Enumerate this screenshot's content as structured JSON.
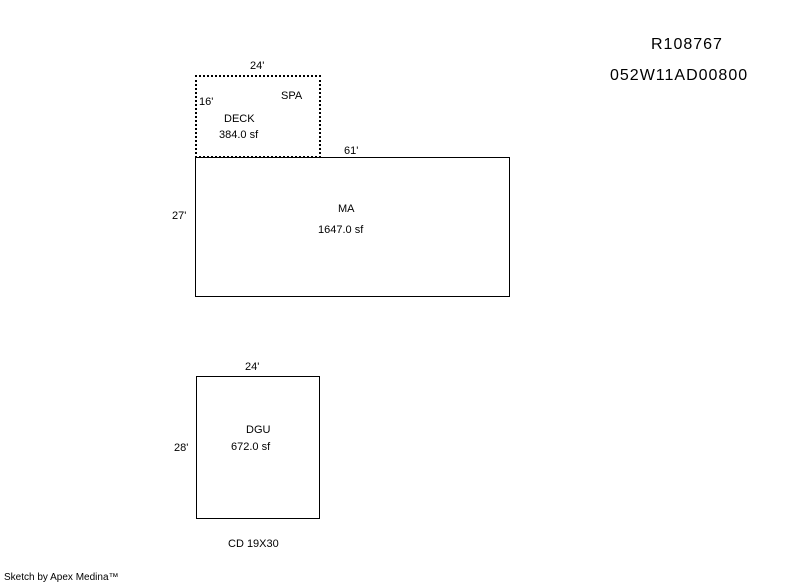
{
  "header": {
    "parcel_id": "R108767",
    "account_number": "052W11AD00800"
  },
  "shapes": {
    "deck": {
      "top_dim": "24'",
      "left_dim": "16'",
      "spa_label": "SPA",
      "label": "DECK",
      "area": "384.0 sf",
      "border_style": "dotted"
    },
    "ma": {
      "top_dim": "61'",
      "left_dim": "27'",
      "label": "MA",
      "area": "1647.0 sf",
      "border_style": "solid"
    },
    "dgu": {
      "top_dim": "24'",
      "left_dim": "28'",
      "label": "DGU",
      "area": "672.0 sf",
      "border_style": "solid"
    }
  },
  "note": "CD 19X30",
  "footer": "Sketch by Apex Medina™",
  "colors": {
    "line": "#000000",
    "background": "#ffffff"
  }
}
